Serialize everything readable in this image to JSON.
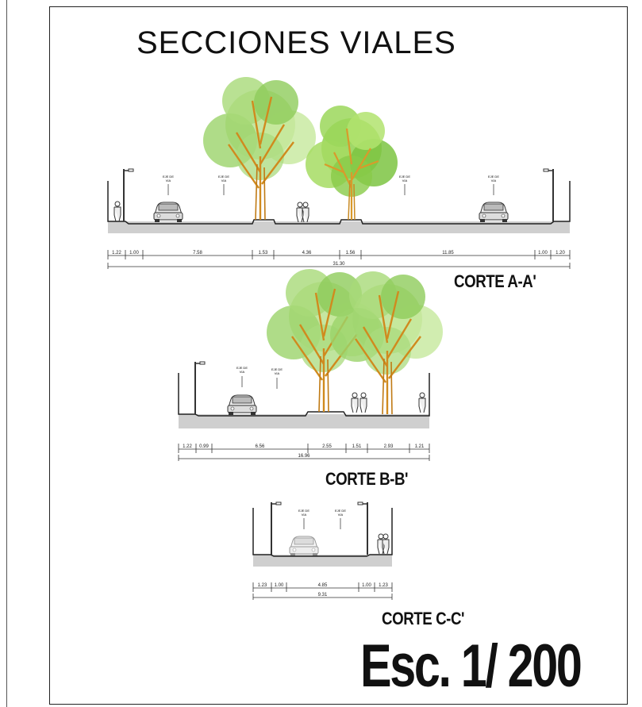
{
  "title": "SECCIONES VIALES",
  "scale_label": "Esc. 1/ 200",
  "axis_label": "EJE DE VIA",
  "sections": [
    {
      "label": "CORTE A-A'",
      "dimensions": [
        "1.22",
        "1.00",
        "7.58",
        "1.53",
        "4.36",
        "1.56",
        "11.85",
        "1.00",
        "1.20"
      ],
      "total": "31.30"
    },
    {
      "label": "CORTE B-B'",
      "dimensions": [
        "1.22",
        "0.99",
        "6.56",
        "2.55",
        "1.51",
        "2.93",
        "1.21"
      ],
      "total": "16.96"
    },
    {
      "label": "CORTE C-C'",
      "dimensions": [
        "1.23",
        "1.00",
        "4.85",
        "1.00",
        "1.23"
      ],
      "total": "9.31"
    }
  ]
}
